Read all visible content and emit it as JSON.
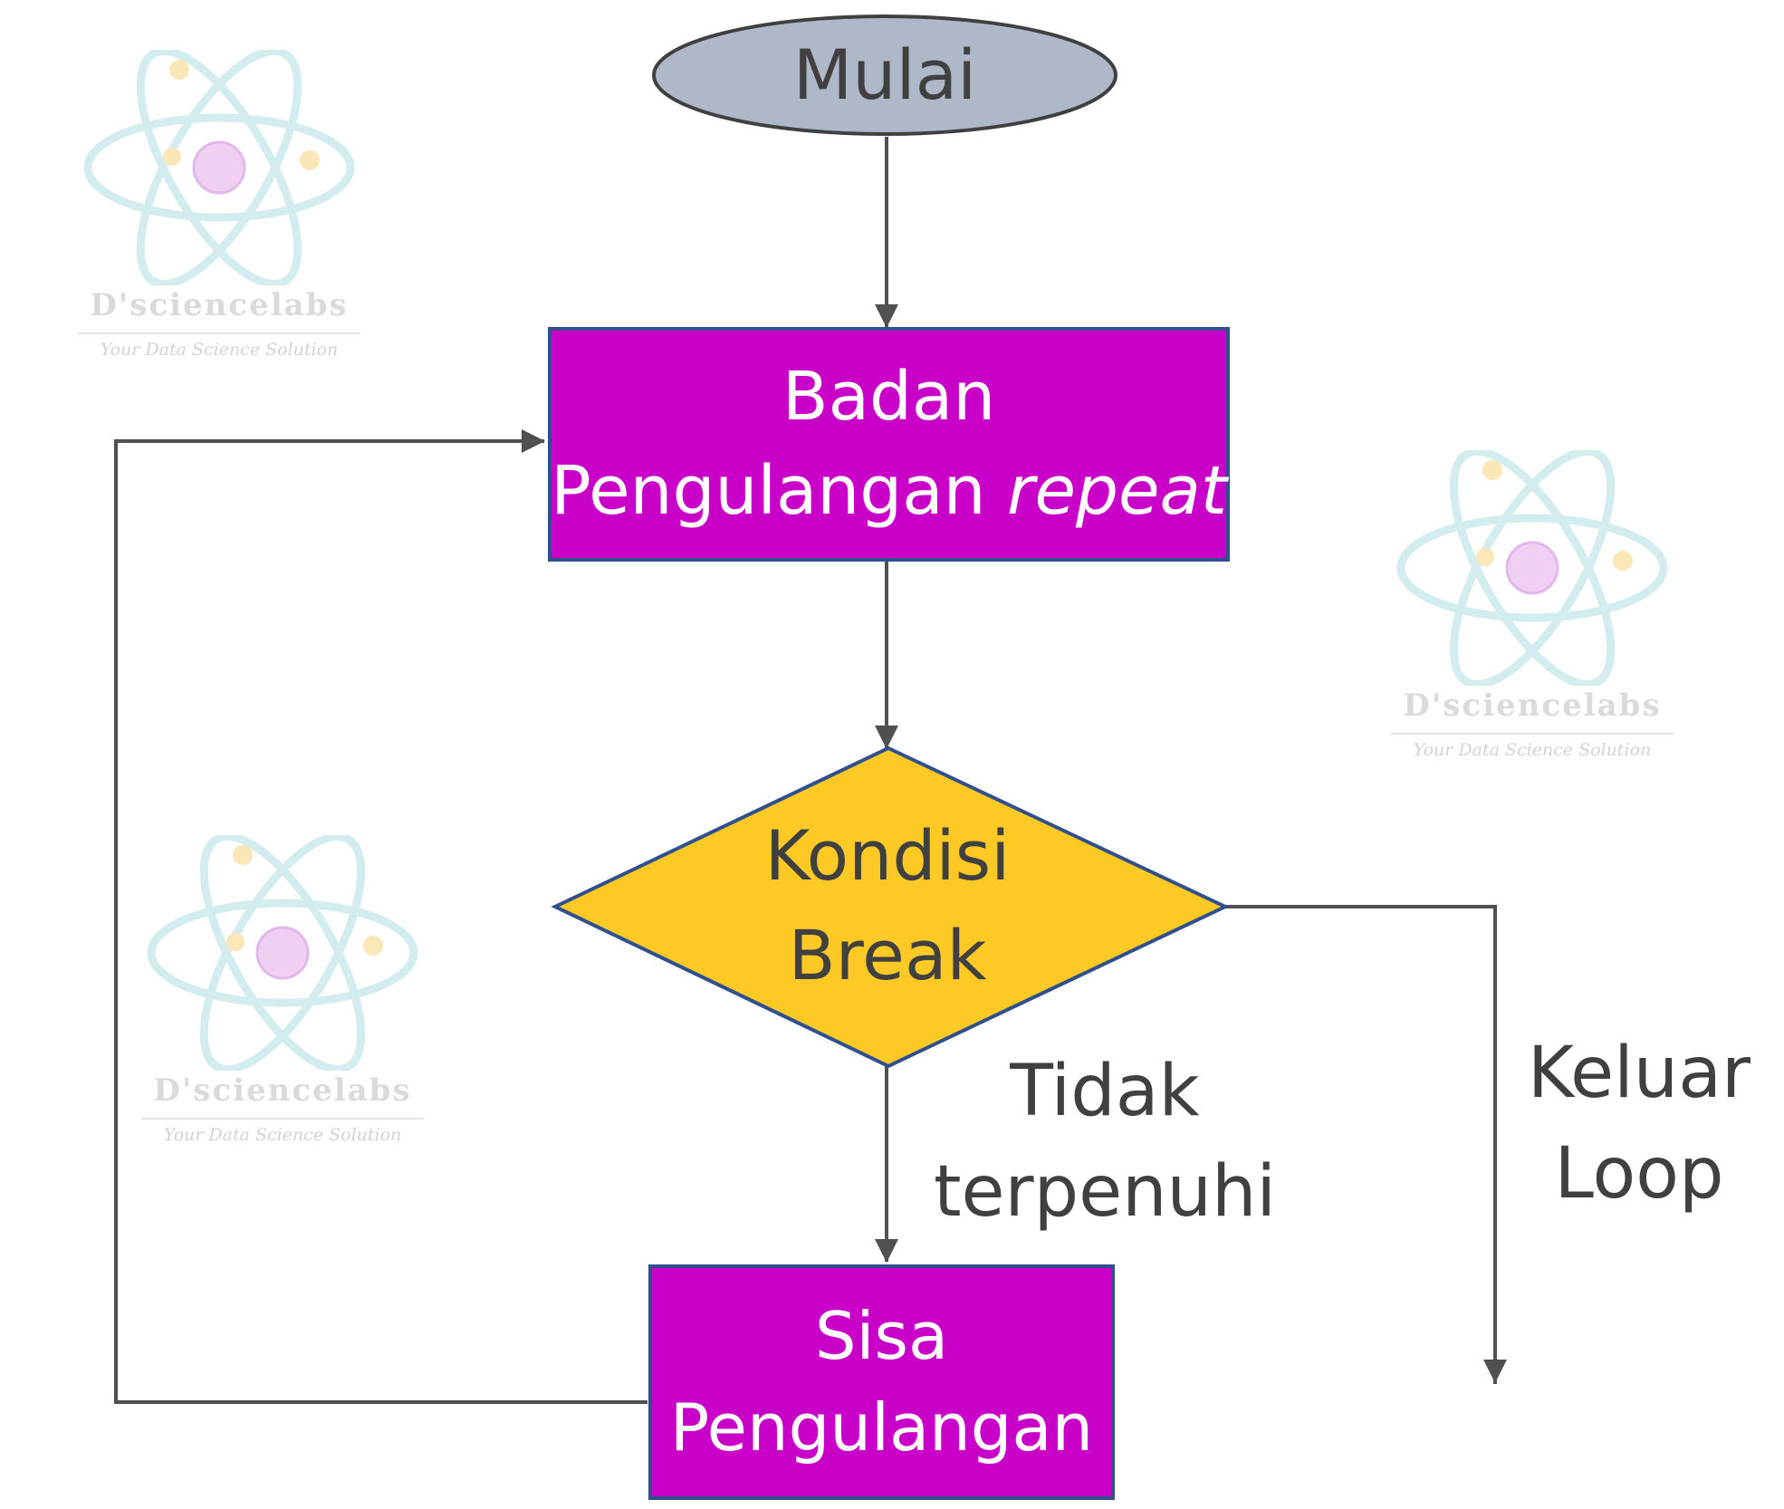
{
  "watermark": {
    "brand": "D'sciencelabs",
    "tagline": "Your Data Science Solution"
  },
  "colors": {
    "terminal_fill": "#aeb8c9",
    "process_fill": "#c800c8",
    "decision_fill": "#fcc925",
    "node_border": "#2f4f8f",
    "connector": "#505050",
    "text_dark": "#404040",
    "text_light": "#ffffff"
  },
  "nodes": {
    "start": {
      "label": "Mulai"
    },
    "body": {
      "line1": "Badan",
      "line2_plain": "Pengulangan ",
      "line2_italic": "repeat"
    },
    "decision": {
      "line1": "Kondisi",
      "line2": "Break"
    },
    "rest": {
      "line1": "Sisa",
      "line2": "Pengulangan"
    }
  },
  "edges": {
    "not_met": {
      "line1": "Tidak",
      "line2": "terpenuhi"
    },
    "exit": {
      "line1": "Keluar",
      "line2": "Loop"
    }
  }
}
